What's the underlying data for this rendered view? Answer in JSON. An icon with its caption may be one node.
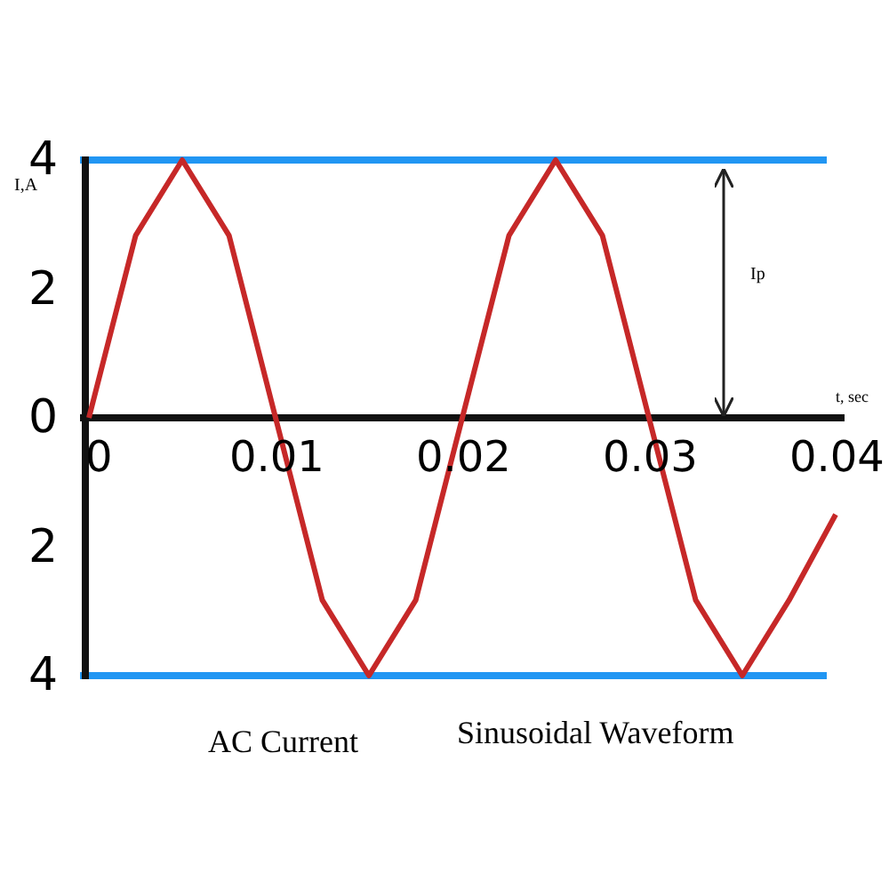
{
  "diagram": {
    "labels": [
      "Ip",
      "AC Current",
      "Sinusoidal Waveform"
    ],
    "chart_data": {
      "type": "line",
      "xlabel": "t, sec",
      "ylabel": "I,A",
      "x": [
        0,
        0.0025,
        0.005,
        0.0075,
        0.01,
        0.0125,
        0.015,
        0.0175,
        0.02,
        0.0225,
        0.025,
        0.0275,
        0.03,
        0.0325,
        0.035,
        0.0375,
        0.04
      ],
      "series": [
        {
          "color": "#c62828",
          "values": [
            0,
            2.83,
            4,
            2.83,
            0,
            -2.83,
            -4,
            -2.83,
            0,
            2.83,
            4,
            2.83,
            0,
            -2.83,
            -4,
            -2.83,
            -1.5
          ]
        }
      ],
      "xlim": [
        0,
        0.04
      ],
      "ylim": [
        -4,
        4
      ],
      "xticks": [
        {
          "value": 0,
          "label": "0"
        },
        {
          "value": 0.01,
          "label": "0.01"
        },
        {
          "value": 0.02,
          "label": "0.02"
        },
        {
          "value": 0.03,
          "label": "0.03"
        },
        {
          "value": 0.04,
          "label": "0.04"
        }
      ],
      "yticks": [
        {
          "value": 4,
          "label": "4"
        },
        {
          "value": 2,
          "label": "2"
        },
        {
          "value": 0,
          "label": "0"
        },
        {
          "value": -2,
          "label": "2"
        },
        {
          "value": -4,
          "label": "4"
        }
      ]
    }
  }
}
